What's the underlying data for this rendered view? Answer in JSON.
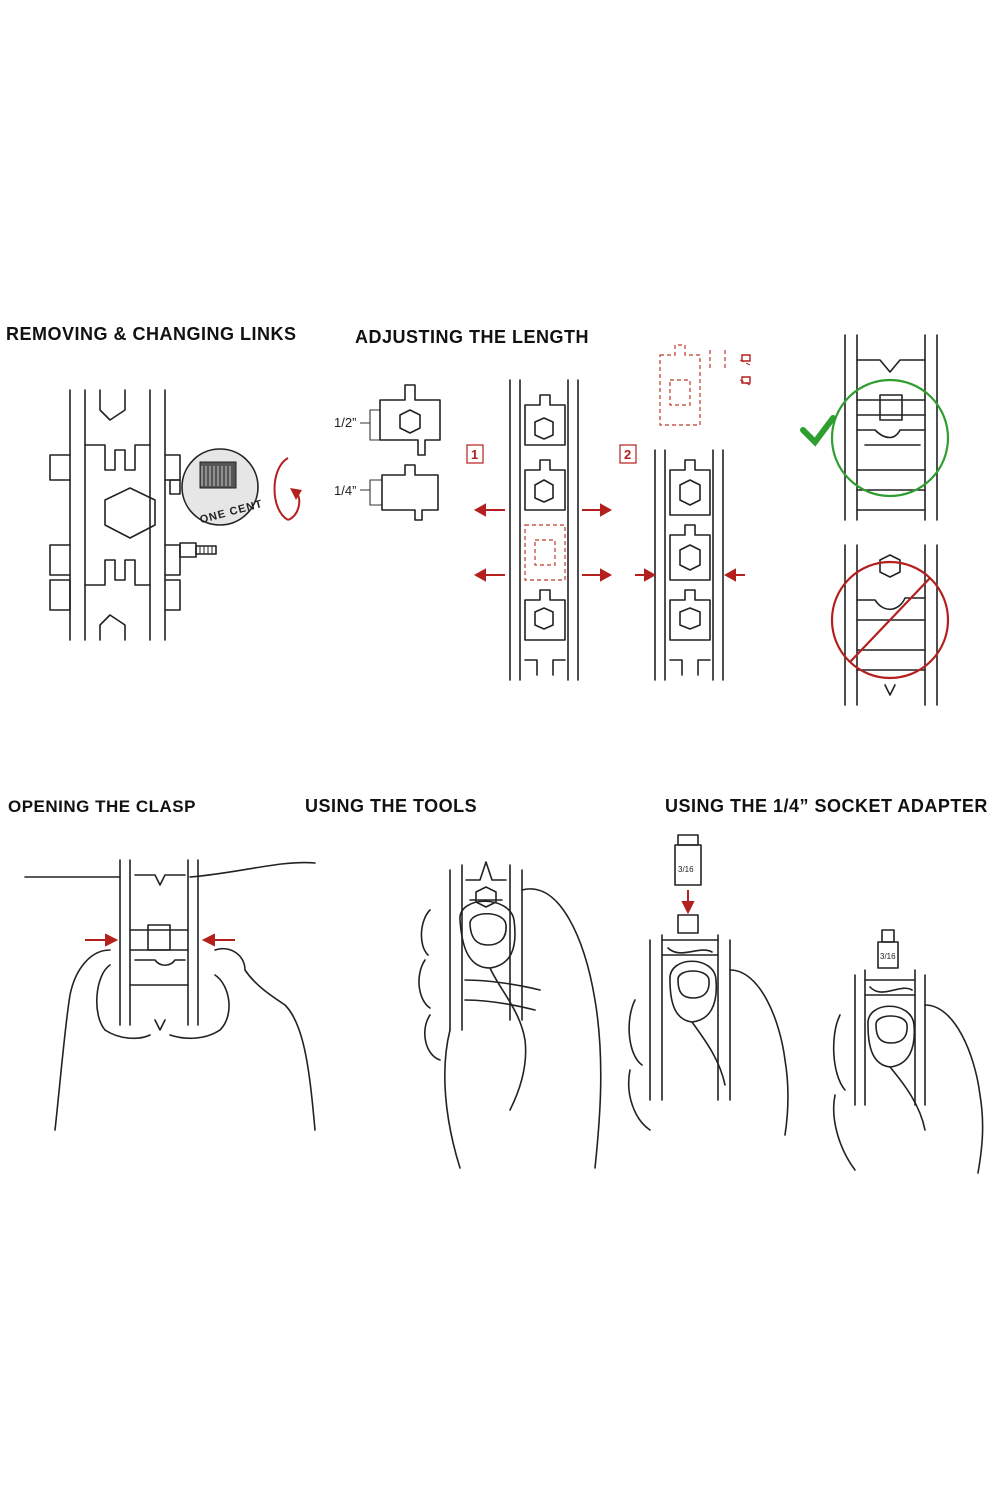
{
  "headings": {
    "removing_links": "REMOVING & CHANGING LINKS",
    "adjusting_length": "ADJUSTING THE LENGTH",
    "opening_clasp": "OPENING THE CLASP",
    "using_tools": "USING THE TOOLS",
    "socket_adapter": "USING THE 1/4” SOCKET ADAPTER"
  },
  "labels": {
    "half_inch": "1/2”",
    "quarter_inch": "1/4”",
    "coin": "ONE CENT",
    "step_1": "1",
    "step_2": "2",
    "socket_mark": "3/16"
  },
  "colors": {
    "accent_red": "#b3201d",
    "check_green": "#2e9e2e",
    "line": "#222222"
  },
  "icons": [
    "coin-icon",
    "rotate-arrow-icon",
    "screw-icon",
    "check-icon",
    "prohibited-icon",
    "arrow-icon"
  ]
}
